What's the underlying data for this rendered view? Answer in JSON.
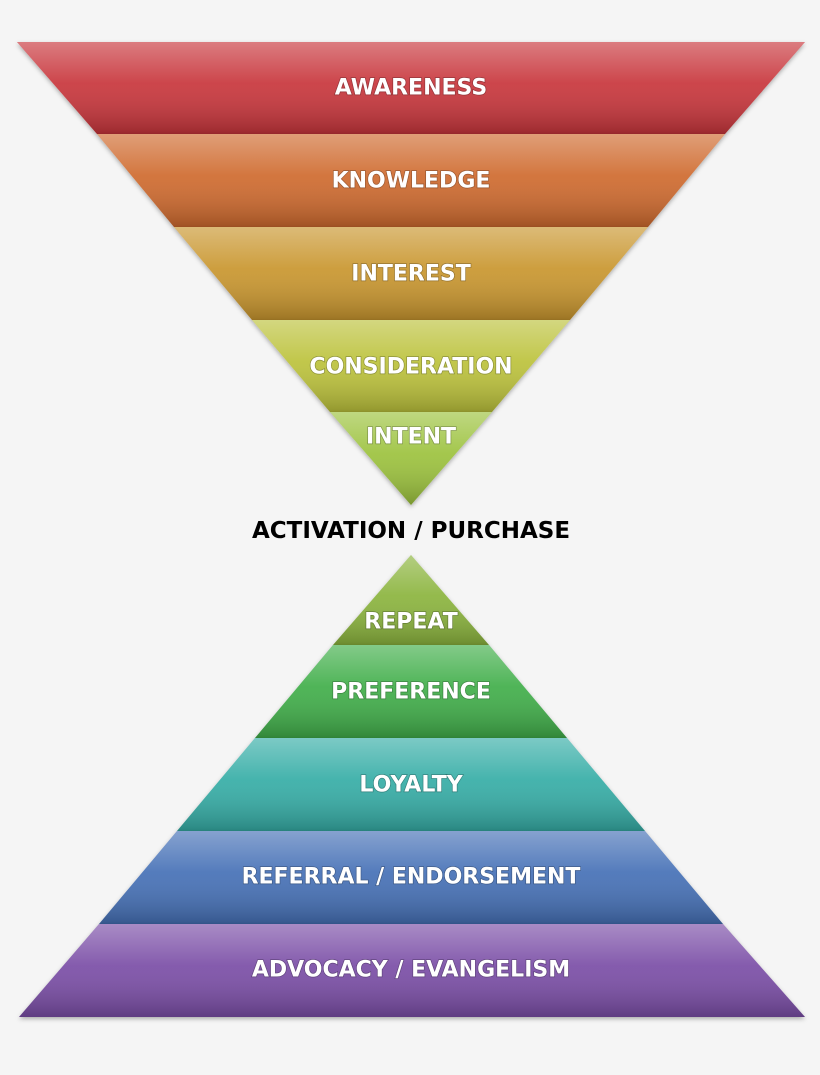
{
  "top_funnel": [
    {
      "label": "AWARENESS",
      "color": "#c8363a"
    },
    {
      "label": "KNOWLEDGE",
      "color": "#cf6a2e"
    },
    {
      "label": "INTEREST",
      "color": "#c9962e"
    },
    {
      "label": "CONSIDERATION",
      "color": "#bcc23a"
    },
    {
      "label": "INTENT",
      "color": "#9cc23e"
    }
  ],
  "center_label": "ACTIVATION / PURCHASE",
  "bottom_pyramid": [
    {
      "label": "REPEAT",
      "color": "#8bb43c"
    },
    {
      "label": "PREFERENCE",
      "color": "#3fae4a"
    },
    {
      "label": "LOYALTY",
      "color": "#35ada6"
    },
    {
      "label": "REFERRAL / ENDORSEMENT",
      "color": "#4470b6"
    },
    {
      "label": "ADVOCACY / EVANGELISM",
      "color": "#7a4ea6"
    }
  ]
}
